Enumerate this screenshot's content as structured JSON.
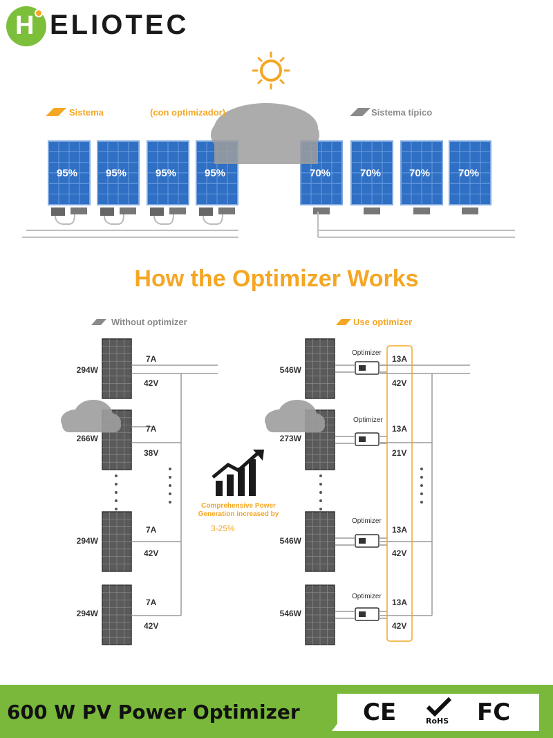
{
  "brand": {
    "logo_letter": "H",
    "name_rest": "ELIOTEC"
  },
  "top_diagram": {
    "left_label_1": "Sistema",
    "left_label_2": "(con optimizador)",
    "right_label": "Sistema típico",
    "optimized_panels": [
      "95%",
      "95%",
      "95%",
      "95%"
    ],
    "typical_panels": [
      "70%",
      "70%",
      "70%",
      "70%"
    ]
  },
  "section_title": "How the Optimizer Works",
  "without": {
    "label": "Without optimizer",
    "rows": [
      {
        "watt": "294W",
        "current": "7A",
        "voltage": "42V"
      },
      {
        "watt": "266W",
        "current": "7A",
        "voltage": "38V"
      },
      {
        "watt": "294W",
        "current": "7A",
        "voltage": "42V"
      },
      {
        "watt": "294W",
        "current": "7A",
        "voltage": "42V"
      }
    ]
  },
  "with": {
    "label": "Use optimizer",
    "optimizer_label": "Optimizer",
    "rows": [
      {
        "watt": "546W",
        "current": "13A",
        "voltage": "42V"
      },
      {
        "watt": "273W",
        "current": "13A",
        "voltage": "21V"
      },
      {
        "watt": "546W",
        "current": "13A",
        "voltage": "42V"
      },
      {
        "watt": "546W",
        "current": "13A",
        "voltage": "42V"
      }
    ]
  },
  "center": {
    "line1": "Comprehensive Power",
    "line2": "Generation increased by",
    "range": "3-25%"
  },
  "footer": {
    "title": "600 W PV Power Optimizer",
    "cert_ce": "CE",
    "cert_rohs": "RoHS",
    "cert_fc": "FC"
  },
  "colors": {
    "accent": "#f5a623",
    "brand_green": "#79b83b",
    "panel_blue": "#2f6fc4",
    "cloud": "#9e9e9e"
  }
}
